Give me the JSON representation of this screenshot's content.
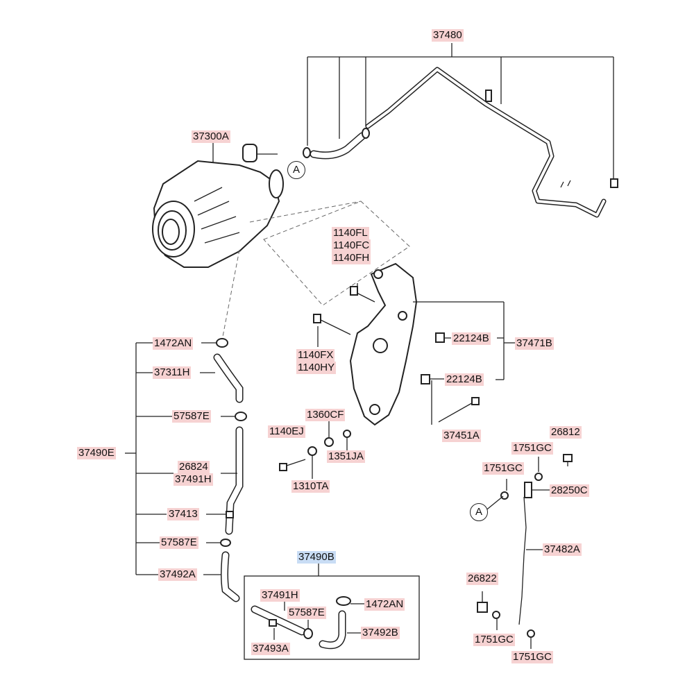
{
  "labels": {
    "l37480": "37480",
    "l37300A": "37300A",
    "l1140FL": "1140FL",
    "l1140FC": "1140FC",
    "l1140FH": "1140FH",
    "l22124B_a": "22124B",
    "l37471B": "37471B",
    "l22124B_b": "22124B",
    "l1140FX": "1140FX",
    "l1140HY": "1140HY",
    "l1472AN_a": "1472AN",
    "l37311H": "37311H",
    "l57587E_a": "57587E",
    "l37490E": "37490E",
    "l26824": "26824",
    "l37491H_a": "37491H",
    "l37413": "37413",
    "l57587E_b": "57587E",
    "l37492A": "37492A",
    "l1360CF": "1360CF",
    "l1140EJ": "1140EJ",
    "l1351JA": "1351JA",
    "l1310TA": "1310TA",
    "l37451A": "37451A",
    "l26812": "26812",
    "l1751GC_a": "1751GC",
    "l1751GC_b": "1751GC",
    "l28250C": "28250C",
    "l37482A": "37482A",
    "l26822": "26822",
    "l1751GC_c": "1751GC",
    "l1751GC_d": "1751GC",
    "l37490B": "37490B",
    "l37491H_b": "37491H",
    "l1472AN_b": "1472AN",
    "l57587E_c": "57587E",
    "l37492B": "37492B",
    "l37493A": "37493A"
  },
  "callouts": {
    "a1": "A",
    "a2": "A"
  },
  "colors": {
    "part_label_bg": "#f6d2d2",
    "highlight_label_bg": "#c9ddf5"
  }
}
